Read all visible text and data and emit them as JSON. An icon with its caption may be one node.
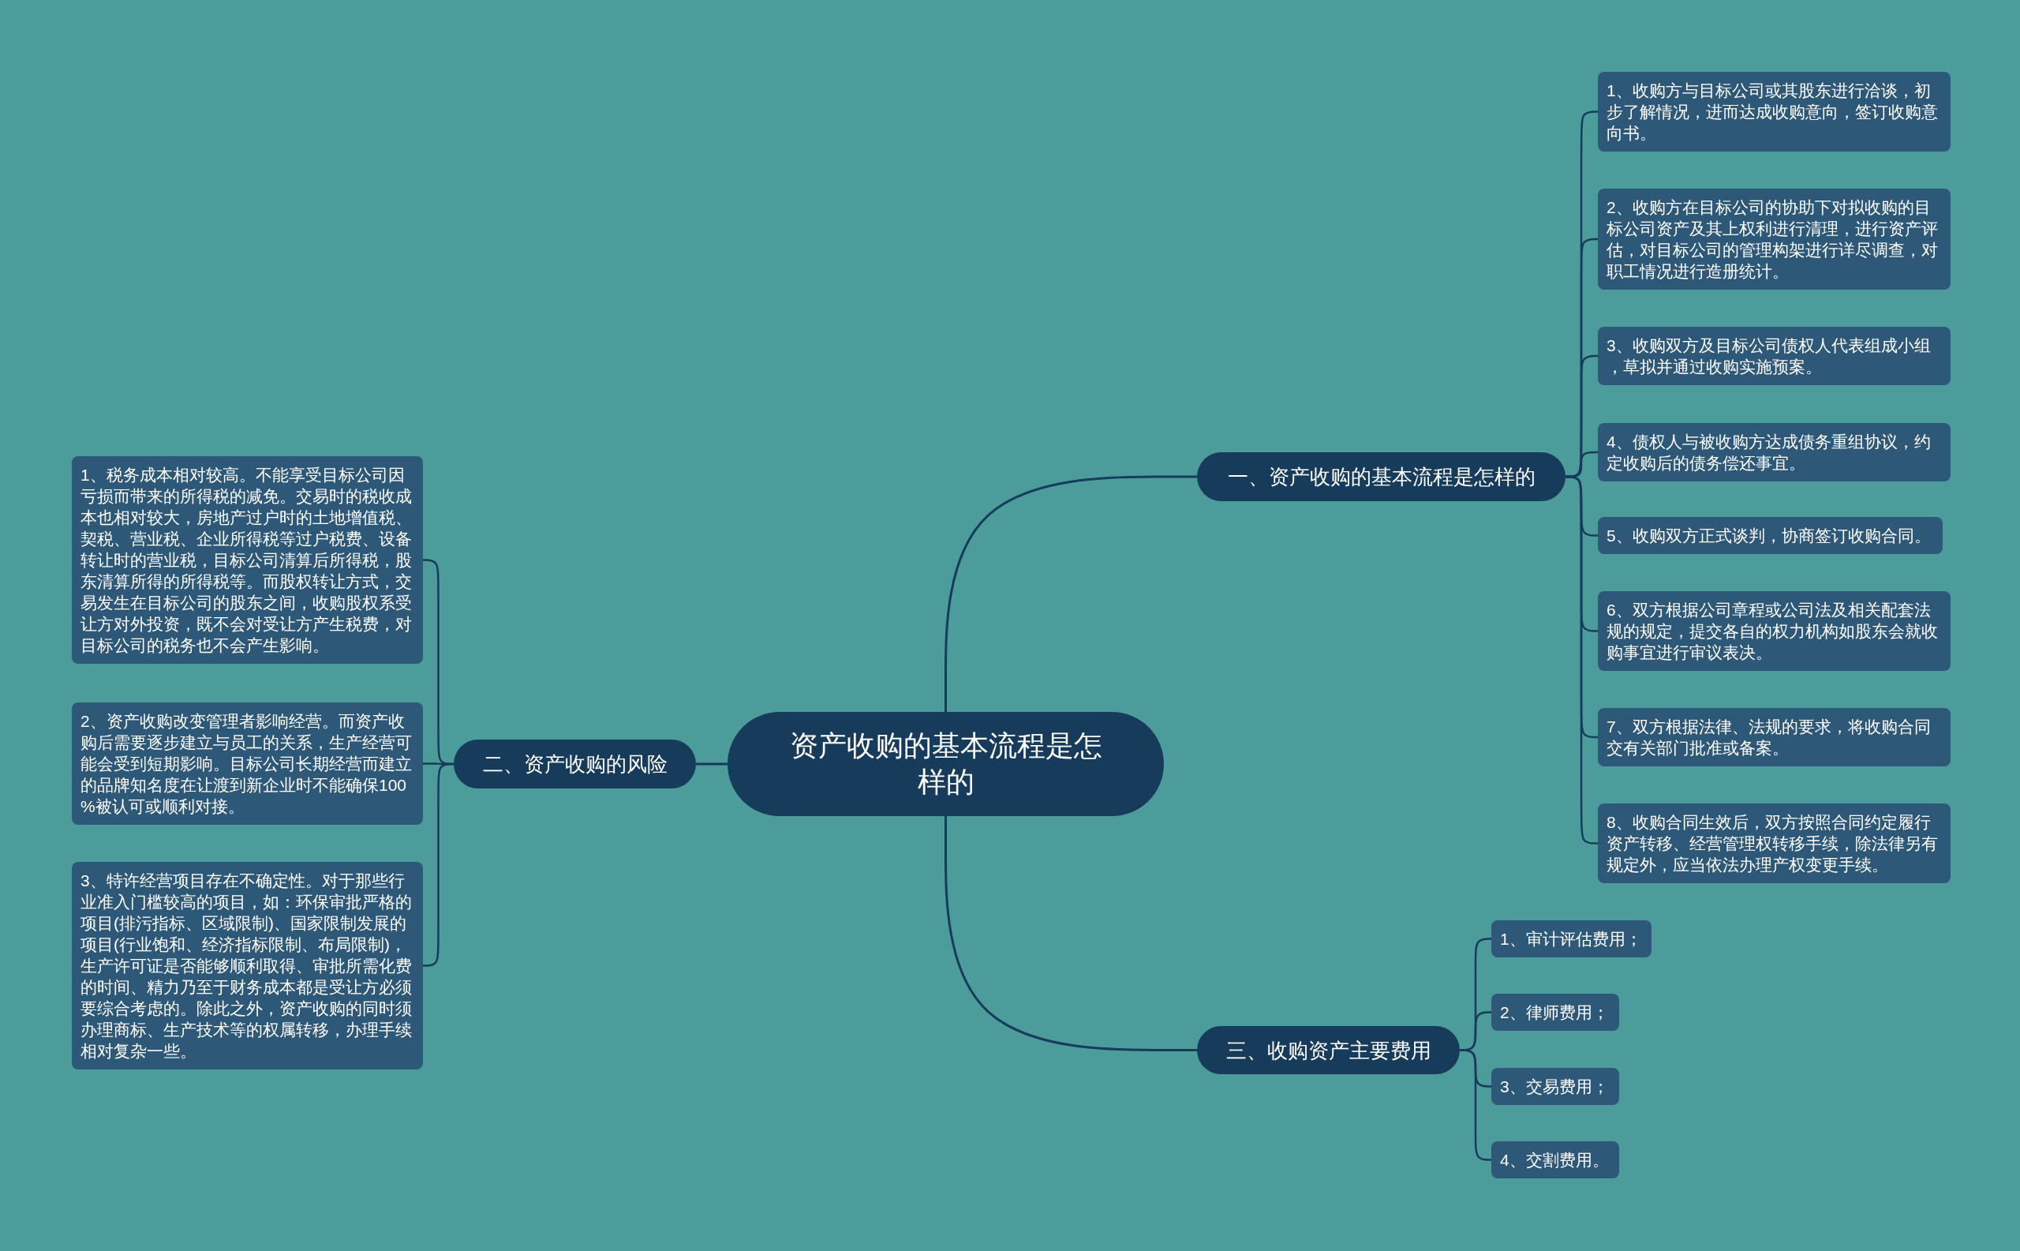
{
  "diagram": {
    "nodes": [
      {
        "text": [
          "资产收购的基本流程是怎样的"
        ]
      },
      {
        "text": [
          "一、资产收购的基本流程是怎样的"
        ]
      },
      {
        "text": [
          "1、收购方与目标公司或其股东进行洽谈，初步了解情况，进而达成收购意向，签订收购意向书。"
        ]
      },
      {
        "text": [
          "2、收购方在目标公司的协助下对拟收购的目标公司资产及其上权利进行清理，进行资产评估，对目标公司的管理构架进行详尽调查，对职工情况进行造册统计。"
        ]
      },
      {
        "text": [
          "3、收购双方及目标公司债权人代表组成小组，草拟并通过收购实施预案。"
        ]
      },
      {
        "text": [
          "4、债权人与被收购方达成债务重组协议，约定收购后的债务偿还事宜。"
        ]
      },
      {
        "text": [
          "5、收购双方正式谈判，协商签订收购合同。"
        ]
      },
      {
        "text": [
          "6、双方根据公司章程或公司法及相关配套法规的规定，提交各自的权力机构如股东会就收购事宜进行审议表决。"
        ]
      },
      {
        "text": [
          "7、双方根据法律、法规的要求，将收购合同交有关部门批准或备案。"
        ]
      },
      {
        "text": [
          "8、收购合同生效后，双方按照合同约定履行资产转移、经营管理权转移手续，除法律另有规定外，应当依法办理产权变更手续。"
        ]
      },
      {
        "text": [
          "二、资产收购的风险"
        ]
      },
      {
        "text": [
          "1、税务成本相对较高。不能享受目标公司因亏损而带来的所得税的减免。交易时的税收成本也相对较大，房地产过户时的土地增值税、契税、营业税、企业所得税等过户税费、设备转让时的营业税，目标公司清算后所得税，股东清算所得的所得税等。而股权转让方式，交易发生在目标公司的股东之间，收购股权系受让方对外投资，既不会对受让方产生税费，对目标公司的税务也不会产生影响。"
        ]
      },
      {
        "text": [
          "2、资产收购改变管理者影响经营。而资产收购后需要逐步建立与员工的关系，生产经营可能会受到短期影响。目标公司长期经营而建立的品牌知名度在让渡到新企业时不能确保100%被认可或顺利对接。"
        ]
      },
      {
        "text": [
          "3、特许经营项目存在不确定性。对于那些行业准入门槛较高的项目，如：环保审批严格的项目(排污指标、区域限制)、国家限制发展的项目(行业饱和、经济指标限制、布局限制)，生产许可证是否能够顺利取得、审批所需化费的时间、精力乃至于财务成本都是受让方必须要综合考虑的。除此之外，资产收购的同时须办理商标、生产技术等的权属转移，办理手续相对复杂一些。"
        ]
      },
      {
        "text": [
          "三、收购资产主要费用"
        ]
      },
      {
        "text": [
          "1、审计评估费用；"
        ]
      },
      {
        "text": [
          "2、律师费用；"
        ]
      },
      {
        "text": [
          "3、交易费用；"
        ]
      },
      {
        "text": [
          "4、交割费用。"
        ]
      }
    ],
    "edges": [
      {
        "from": 0,
        "to": 1,
        "arrow": "none"
      },
      {
        "from": 1,
        "to": 2,
        "arrow": "none"
      },
      {
        "from": 1,
        "to": 3,
        "arrow": "none"
      },
      {
        "from": 1,
        "to": 4,
        "arrow": "none"
      },
      {
        "from": 1,
        "to": 5,
        "arrow": "none"
      },
      {
        "from": 1,
        "to": 6,
        "arrow": "none"
      },
      {
        "from": 1,
        "to": 7,
        "arrow": "none"
      },
      {
        "from": 1,
        "to": 8,
        "arrow": "none"
      },
      {
        "from": 1,
        "to": 9,
        "arrow": "none"
      },
      {
        "from": 0,
        "to": 10,
        "arrow": "none"
      },
      {
        "from": 10,
        "to": 11,
        "arrow": "none"
      },
      {
        "from": 10,
        "to": 12,
        "arrow": "none"
      },
      {
        "from": 10,
        "to": 13,
        "arrow": "none"
      },
      {
        "from": 0,
        "to": 14,
        "arrow": "none"
      },
      {
        "from": 14,
        "to": 15,
        "arrow": "none"
      },
      {
        "from": 14,
        "to": 16,
        "arrow": "none"
      },
      {
        "from": 14,
        "to": 17,
        "arrow": "none"
      },
      {
        "from": 14,
        "to": 18,
        "arrow": "none"
      }
    ]
  }
}
